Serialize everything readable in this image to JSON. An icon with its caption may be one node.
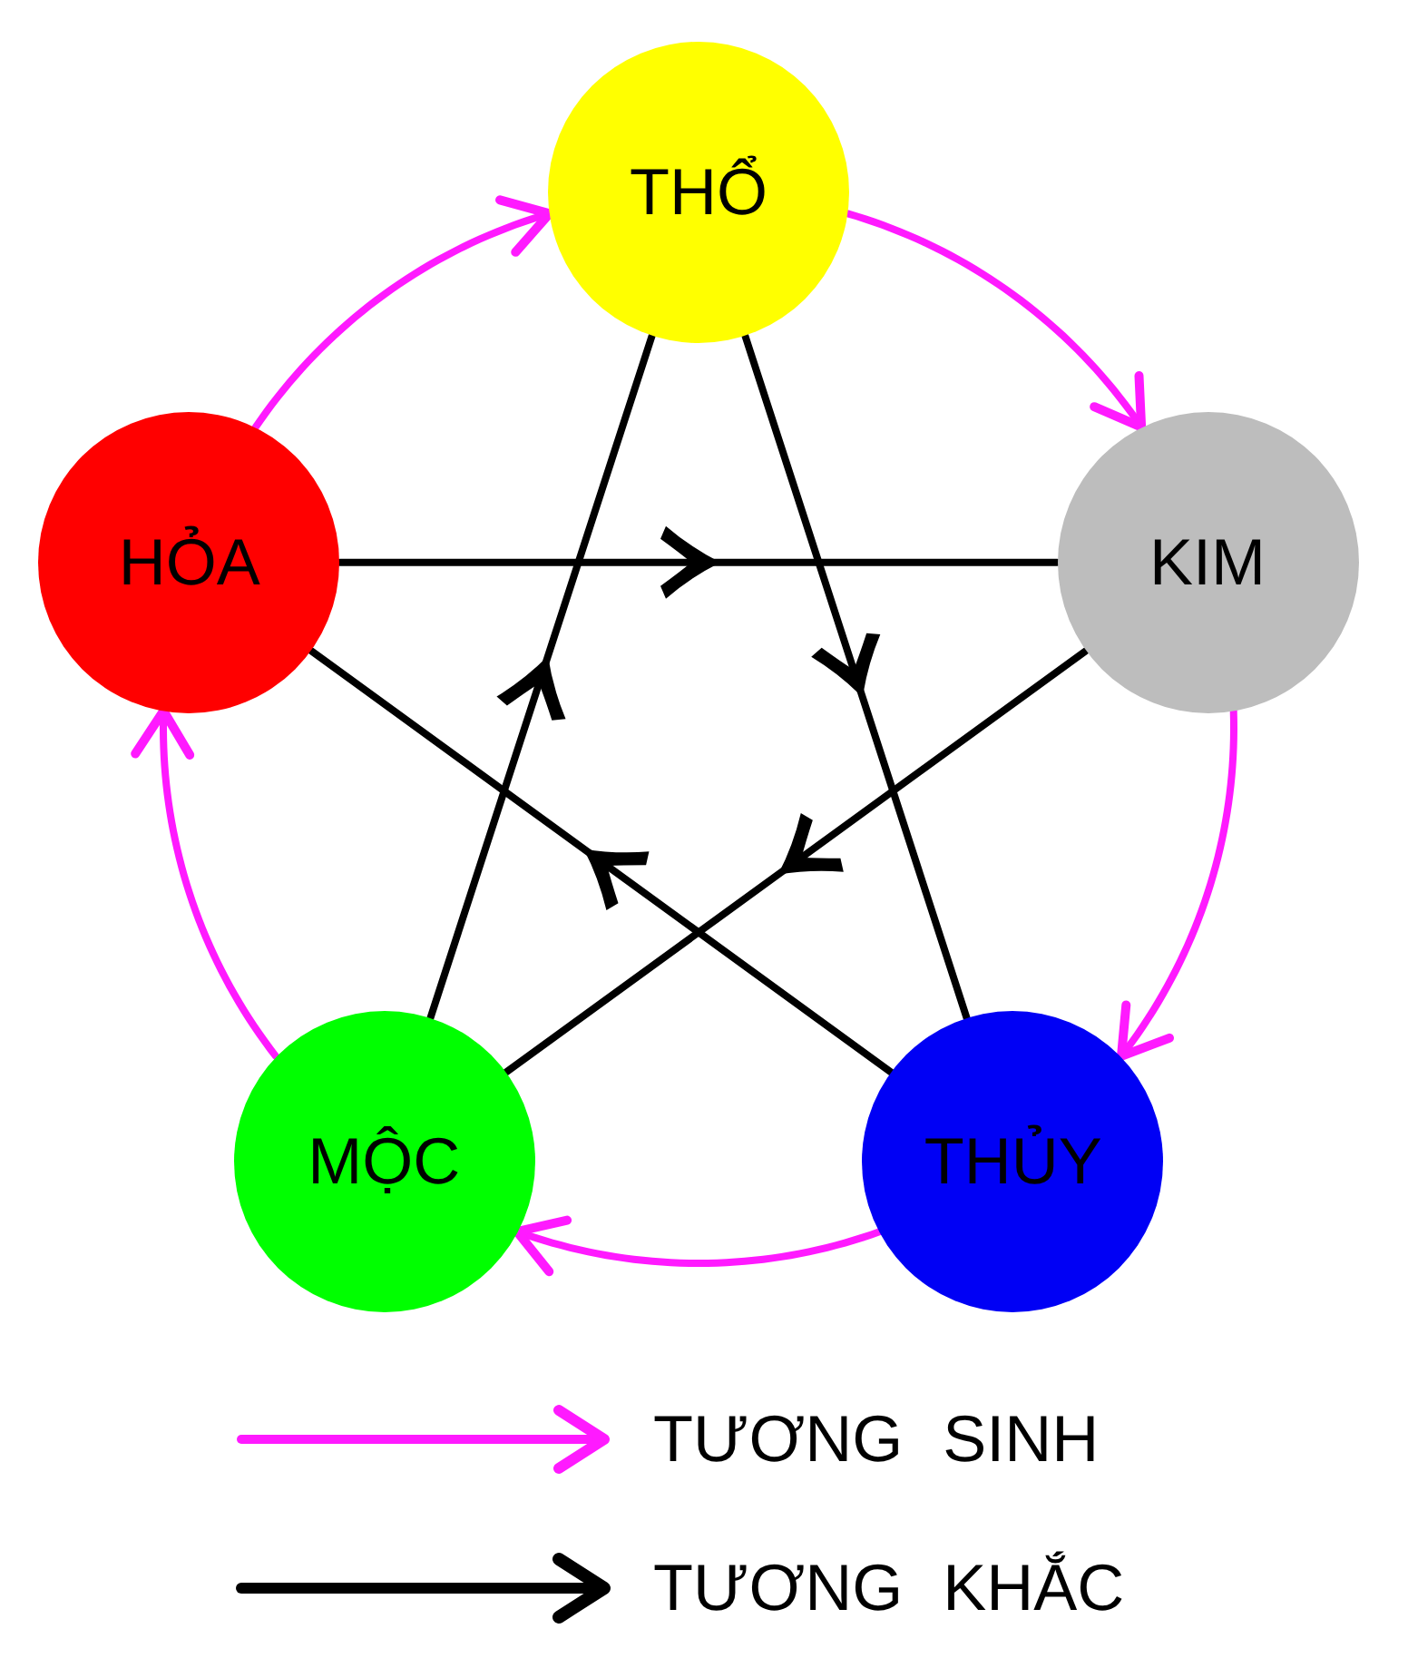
{
  "diagram": {
    "nodes": [
      {
        "text": [
          "THỔ"
        ]
      },
      {
        "text": [
          "HỎA"
        ]
      },
      {
        "text": [
          "KIM"
        ]
      },
      {
        "text": [
          "MỘC"
        ]
      },
      {
        "text": [
          "THỦY"
        ]
      }
    ],
    "edges": [
      {
        "from": 1,
        "to": 0,
        "arrow": "to",
        "color": "#ff1aff"
      },
      {
        "from": 0,
        "to": 2,
        "arrow": "to",
        "color": "#ff1aff"
      },
      {
        "from": 2,
        "to": 4,
        "arrow": "to",
        "color": "#ff1aff"
      },
      {
        "from": 4,
        "to": 3,
        "arrow": "to",
        "color": "#ff1aff"
      },
      {
        "from": 3,
        "to": 1,
        "arrow": "to",
        "color": "#ff1aff"
      },
      {
        "from": 0,
        "to": 4,
        "arrow": "to",
        "color": "#000000"
      },
      {
        "from": 4,
        "to": 1,
        "arrow": "to",
        "color": "#000000"
      },
      {
        "from": 1,
        "to": 2,
        "arrow": "to",
        "color": "#000000"
      },
      {
        "from": 2,
        "to": 3,
        "arrow": "to",
        "color": "#000000"
      },
      {
        "from": 3,
        "to": 0,
        "arrow": "to",
        "color": "#000000"
      }
    ],
    "legend": [
      {
        "text": "TƯƠNG SINH"
      },
      {
        "text": "TƯƠNG KHẮC"
      }
    ]
  }
}
